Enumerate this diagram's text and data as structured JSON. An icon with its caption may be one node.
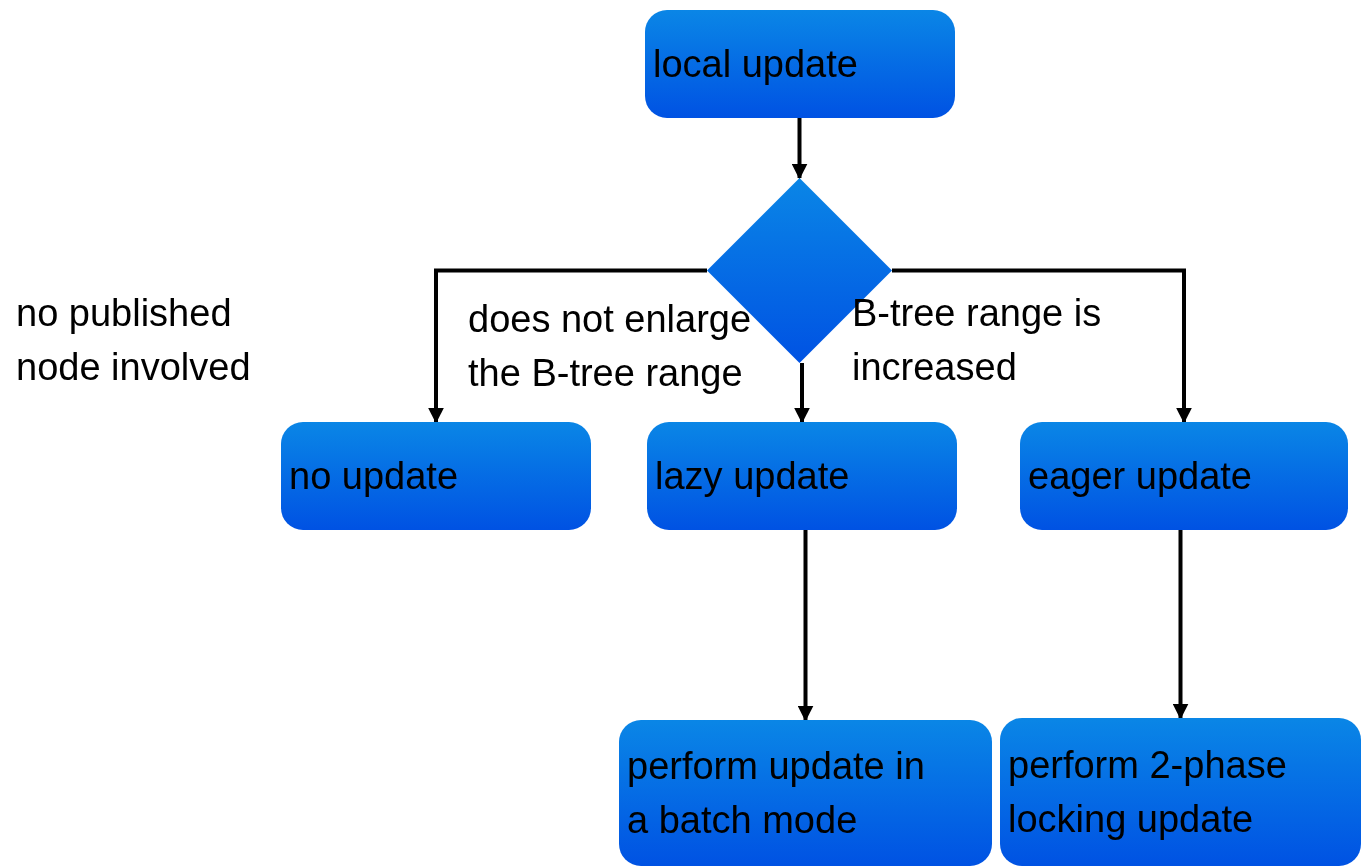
{
  "diagram": {
    "nodes": [
      {
        "text": [
          "local update"
        ]
      },
      {
        "text": [],
        "shape": "diamond"
      },
      {
        "text": [
          "no update"
        ]
      },
      {
        "text": [
          "lazy update"
        ]
      },
      {
        "text": [
          "eager update"
        ]
      },
      {
        "text": [
          "perform update in a batch mode"
        ]
      },
      {
        "text": [
          "perform 2-phase locking update"
        ]
      }
    ],
    "edges": [
      {
        "from": 0,
        "to": 1,
        "arrow": "to"
      },
      {
        "from": 1,
        "to": 2,
        "arrow": "to",
        "label": "no published node involved"
      },
      {
        "from": 1,
        "to": 3,
        "arrow": "to",
        "label": "does not enlarge the B-tree range"
      },
      {
        "from": 1,
        "to": 4,
        "arrow": "to",
        "label": "B-tree range is increased"
      },
      {
        "from": 3,
        "to": 5,
        "arrow": "to"
      },
      {
        "from": 4,
        "to": 6,
        "arrow": "to"
      }
    ]
  }
}
